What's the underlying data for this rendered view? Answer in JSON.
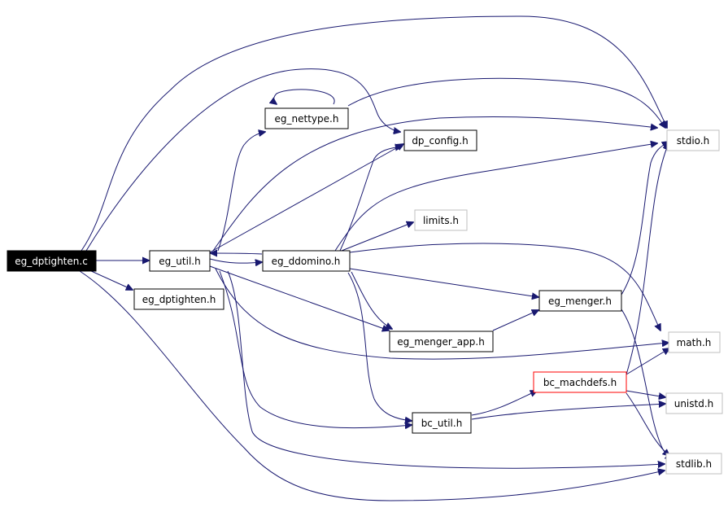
{
  "colors": {
    "edge": "#191970",
    "root_fill": "#000000",
    "external_border": "#bfbfbf",
    "highlight_border": "#ff0000"
  },
  "nodes": {
    "eg_dptighten_c": "eg_dptighten.c",
    "eg_util_h": "eg_util.h",
    "eg_dptighten_h": "eg_dptighten.h",
    "eg_nettype_h": "eg_nettype.h",
    "dp_config_h": "dp_config.h",
    "eg_ddomino_h": "eg_ddomino.h",
    "limits_h": "limits.h",
    "eg_menger_h": "eg_menger.h",
    "eg_menger_app_h": "eg_menger_app.h",
    "bc_util_h": "bc_util.h",
    "bc_machdefs_h": "bc_machdefs.h",
    "stdio_h": "stdio.h",
    "math_h": "math.h",
    "unistd_h": "unistd.h",
    "stdlib_h": "stdlib.h"
  }
}
